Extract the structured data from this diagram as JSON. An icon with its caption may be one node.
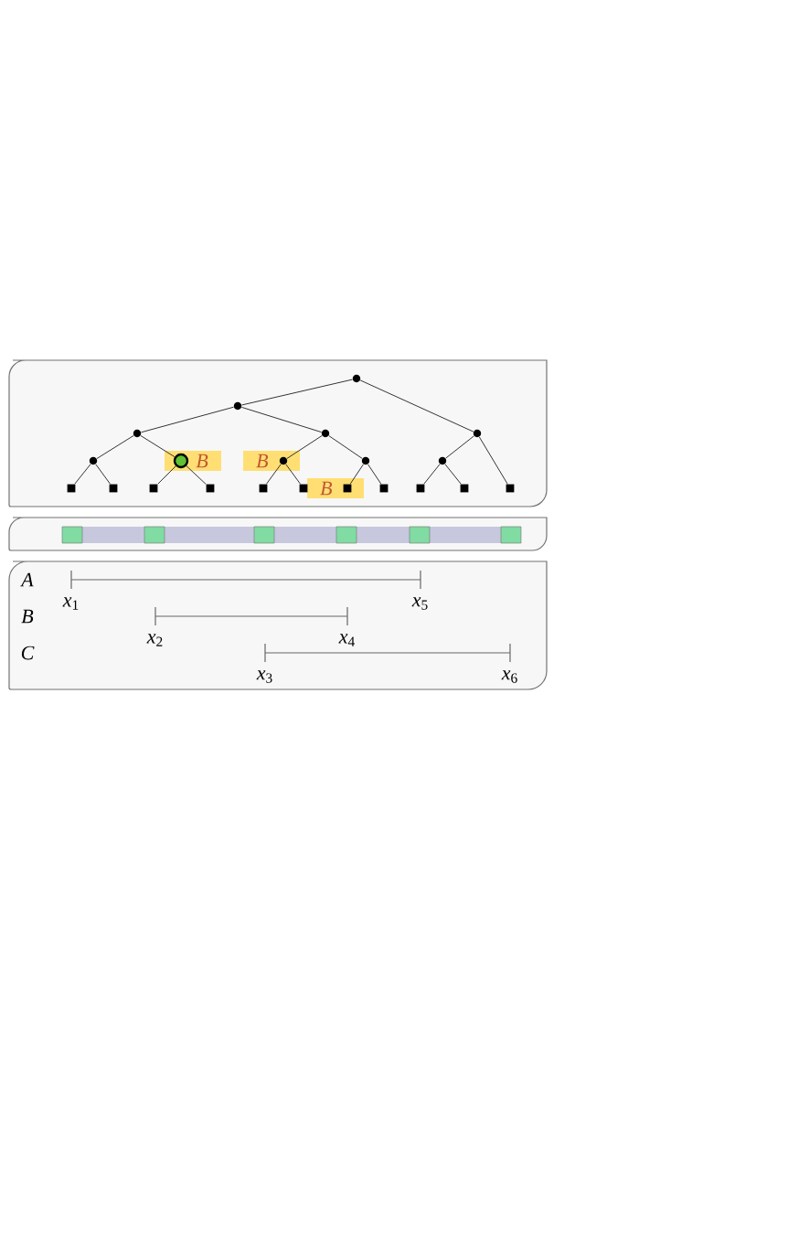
{
  "diagram": {
    "nodes": [
      {
        "text": [],
        "shape": "circle"
      },
      {
        "text": [],
        "shape": "circle"
      },
      {
        "text": [],
        "shape": "circle"
      },
      {
        "text": [],
        "shape": "circle"
      },
      {
        "text": [],
        "shape": "circle"
      },
      {
        "text": [],
        "shape": "circle"
      },
      {
        "text": [],
        "shape": "ring",
        "beside": [
          "B"
        ]
      },
      {
        "text": [],
        "shape": "circle",
        "beside": [
          "B"
        ]
      },
      {
        "text": [],
        "shape": "circle"
      },
      {
        "text": [],
        "shape": "circle"
      },
      {
        "text": [],
        "shape": "box"
      },
      {
        "text": [],
        "shape": "box"
      },
      {
        "text": [],
        "shape": "box"
      },
      {
        "text": [],
        "shape": "box"
      },
      {
        "text": [],
        "shape": "box"
      },
      {
        "text": [],
        "shape": "box"
      },
      {
        "text": [],
        "shape": "box",
        "beside": [
          "B"
        ]
      },
      {
        "text": [],
        "shape": "box"
      },
      {
        "text": [],
        "shape": "box"
      },
      {
        "text": [],
        "shape": "box"
      },
      {
        "text": [],
        "shape": "box"
      }
    ],
    "edges": [
      {
        "from": 0,
        "to": 1,
        "arrow": "none"
      },
      {
        "from": 0,
        "to": 4,
        "arrow": "none"
      },
      {
        "from": 1,
        "to": 2,
        "arrow": "none"
      },
      {
        "from": 1,
        "to": 3,
        "arrow": "none"
      },
      {
        "from": 2,
        "to": 5,
        "arrow": "none"
      },
      {
        "from": 2,
        "to": 6,
        "arrow": "none"
      },
      {
        "from": 3,
        "to": 7,
        "arrow": "none"
      },
      {
        "from": 3,
        "to": 8,
        "arrow": "none"
      },
      {
        "from": 4,
        "to": 9,
        "arrow": "none"
      },
      {
        "from": 4,
        "to": 20,
        "arrow": "none"
      },
      {
        "from": 5,
        "to": 10,
        "arrow": "none"
      },
      {
        "from": 5,
        "to": 11,
        "arrow": "none"
      },
      {
        "from": 6,
        "to": 12,
        "arrow": "none"
      },
      {
        "from": 6,
        "to": 13,
        "arrow": "none"
      },
      {
        "from": 7,
        "to": 14,
        "arrow": "none"
      },
      {
        "from": 7,
        "to": 15,
        "arrow": "none"
      },
      {
        "from": 8,
        "to": 16,
        "arrow": "none"
      },
      {
        "from": 8,
        "to": 17,
        "arrow": "none"
      },
      {
        "from": 9,
        "to": 18,
        "arrow": "none"
      },
      {
        "from": 9,
        "to": 19,
        "arrow": "none"
      }
    ],
    "labels": [
      "A",
      "*x*$_{1}$",
      "*x*$_{5}$",
      "B",
      "*x*$_{2}$",
      "*x*$_{4}$",
      "C",
      "*x*$_{3}$",
      "*x*$_{6}$"
    ]
  }
}
